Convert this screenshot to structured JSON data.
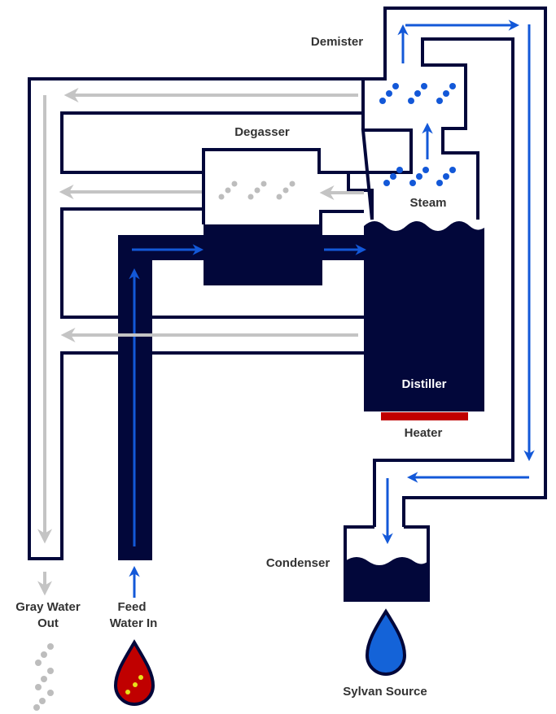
{
  "labels": {
    "demister": "Demister",
    "degasser": "Degasser",
    "steam": "Steam",
    "distiller": "Distiller",
    "heater": "Heater",
    "condenser": "Condenser",
    "gray_water_line1": "Gray Water",
    "gray_water_line2": "Out",
    "feed_water_line1": "Feed",
    "feed_water_line2": "Water In",
    "sylvan_source": "Sylvan Source"
  },
  "colors": {
    "navy": "#02073a",
    "blue_arrow": "#1358d8",
    "gray_arrow": "#c4c4c4",
    "heater_red": "#c00000",
    "drop_blue": "#1463d8",
    "drop_red": "#c00000",
    "particle_yellow": "#e8e01a",
    "text": "#333333"
  },
  "icons": {
    "feed_drop": "red-water-drop-icon",
    "product_drop": "blue-water-drop-icon"
  }
}
